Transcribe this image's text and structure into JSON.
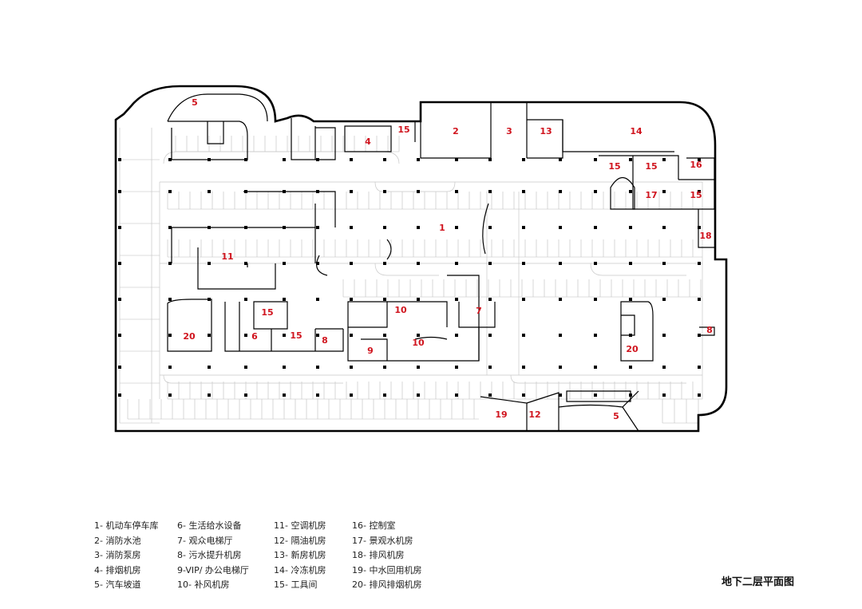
{
  "title": "地下二层平面图",
  "colors": {
    "label": "#d0141e",
    "wall": "#000000",
    "line": "#8a8a8a"
  },
  "room_labels": [
    {
      "id": "5-top",
      "text": "5"
    },
    {
      "id": "2",
      "text": "2"
    },
    {
      "id": "3",
      "text": "3"
    },
    {
      "id": "13",
      "text": "13"
    },
    {
      "id": "14",
      "text": "14"
    },
    {
      "id": "15-a",
      "text": "15"
    },
    {
      "id": "4",
      "text": "4"
    },
    {
      "id": "15-b",
      "text": "15"
    },
    {
      "id": "15-c",
      "text": "15"
    },
    {
      "id": "16",
      "text": "16"
    },
    {
      "id": "17",
      "text": "17"
    },
    {
      "id": "15-d",
      "text": "15"
    },
    {
      "id": "18",
      "text": "18"
    },
    {
      "id": "1",
      "text": "1"
    },
    {
      "id": "11",
      "text": "11"
    },
    {
      "id": "10-a",
      "text": "10"
    },
    {
      "id": "7",
      "text": "7"
    },
    {
      "id": "15-e",
      "text": "15"
    },
    {
      "id": "20-a",
      "text": "20"
    },
    {
      "id": "6",
      "text": "6"
    },
    {
      "id": "15-f",
      "text": "15"
    },
    {
      "id": "8-a",
      "text": "8"
    },
    {
      "id": "9",
      "text": "9"
    },
    {
      "id": "10-b",
      "text": "10"
    },
    {
      "id": "8-b",
      "text": "8"
    },
    {
      "id": "20-b",
      "text": "20"
    },
    {
      "id": "19",
      "text": "19"
    },
    {
      "id": "12",
      "text": "12"
    },
    {
      "id": "5-bottom",
      "text": "5"
    }
  ],
  "legend": [
    "1- 机动车停车库",
    "2- 消防水池",
    "3- 消防泵房",
    "4- 排烟机房",
    "5- 汽车坡道",
    "6- 生活给水设备",
    "7- 观众电梯厅",
    "8- 污水提升机房",
    "9-VIP/ 办公电梯厅",
    "10- 补风机房",
    "11- 空调机房",
    "12- 隔油机房",
    "13- 新房机房",
    "14- 冷冻机房",
    "15- 工具间",
    "16- 控制室",
    "17- 景观水机房",
    "18- 排风机房",
    "19- 中水回用机房",
    "20- 排风排烟机房"
  ]
}
